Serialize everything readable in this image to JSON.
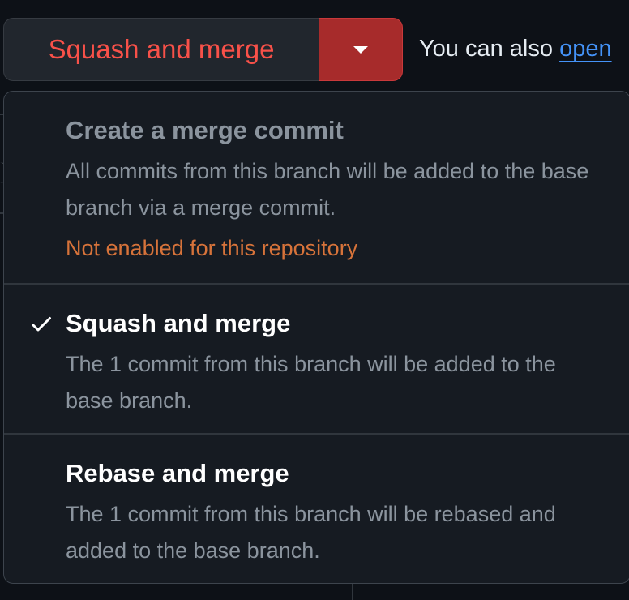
{
  "merge_button": {
    "label": "Squash and merge",
    "caret_icon": "triangle-down-icon"
  },
  "helper": {
    "prefix": "You can also ",
    "link": "open"
  },
  "options": [
    {
      "title": "Create a merge commit",
      "description": "All commits from this branch will be added to the base branch via a merge commit.",
      "warning": "Not enabled for this repository",
      "selected": false,
      "enabled": false
    },
    {
      "title": "Squash and merge",
      "description": "The 1 commit from this branch will be added to the base branch.",
      "selected": true,
      "enabled": true,
      "icon": "check-icon"
    },
    {
      "title": "Rebase and merge",
      "description": "The 1 commit from this branch will be rebased and added to the base branch.",
      "selected": false,
      "enabled": true
    }
  ],
  "colors": {
    "danger_text": "#f85149",
    "caret_bg": "#a72b2b",
    "link": "#4493f8",
    "warning": "#d7733a",
    "muted": "#8b949e"
  }
}
